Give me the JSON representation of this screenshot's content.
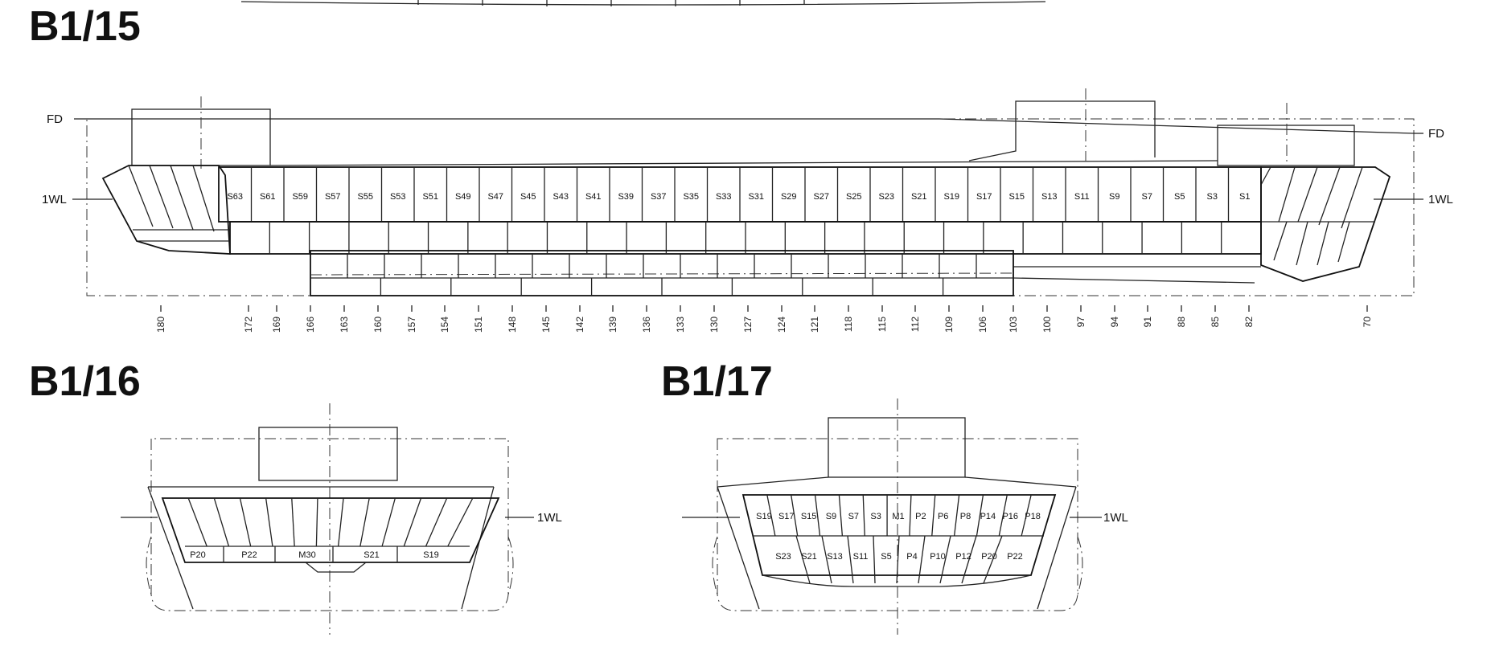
{
  "titles": {
    "b15": "B1/15",
    "b16": "B1/16",
    "b17": "B1/17"
  },
  "side_view": {
    "fd_left": "FD",
    "fd_right": "FD",
    "wl_left": "1WL",
    "wl_right": "1WL",
    "strakes": [
      "S63",
      "S61",
      "S59",
      "S57",
      "S55",
      "S53",
      "S51",
      "S49",
      "S47",
      "S45",
      "S43",
      "S41",
      "S39",
      "S37",
      "S35",
      "S33",
      "S31",
      "S29",
      "S27",
      "S25",
      "S23",
      "S21",
      "S19",
      "S17",
      "S15",
      "S13",
      "S11",
      "S9",
      "S7",
      "S5",
      "S3",
      "S1"
    ],
    "frames": [
      "180",
      "172",
      "169",
      "166",
      "163",
      "160",
      "157",
      "154",
      "151",
      "148",
      "145",
      "142",
      "139",
      "136",
      "133",
      "130",
      "127",
      "124",
      "121",
      "118",
      "115",
      "112",
      "109",
      "106",
      "103",
      "100",
      "97",
      "94",
      "91",
      "88",
      "85",
      "82",
      "70"
    ]
  },
  "section_16": {
    "wl": "1WL",
    "blocks": [
      "P20",
      "P22",
      "M30",
      "S21",
      "S19"
    ]
  },
  "section_17": {
    "wl": "1WL",
    "upper_blocks": [
      "S19",
      "S17",
      "S15",
      "S9",
      "S7",
      "S3",
      "M1",
      "P2",
      "P6",
      "P8",
      "P14",
      "P16",
      "P18"
    ],
    "lower_blocks": [
      "S23",
      "S21",
      "S13",
      "S11",
      "S5",
      "P4",
      "P10",
      "P12",
      "P20",
      "P22"
    ]
  }
}
